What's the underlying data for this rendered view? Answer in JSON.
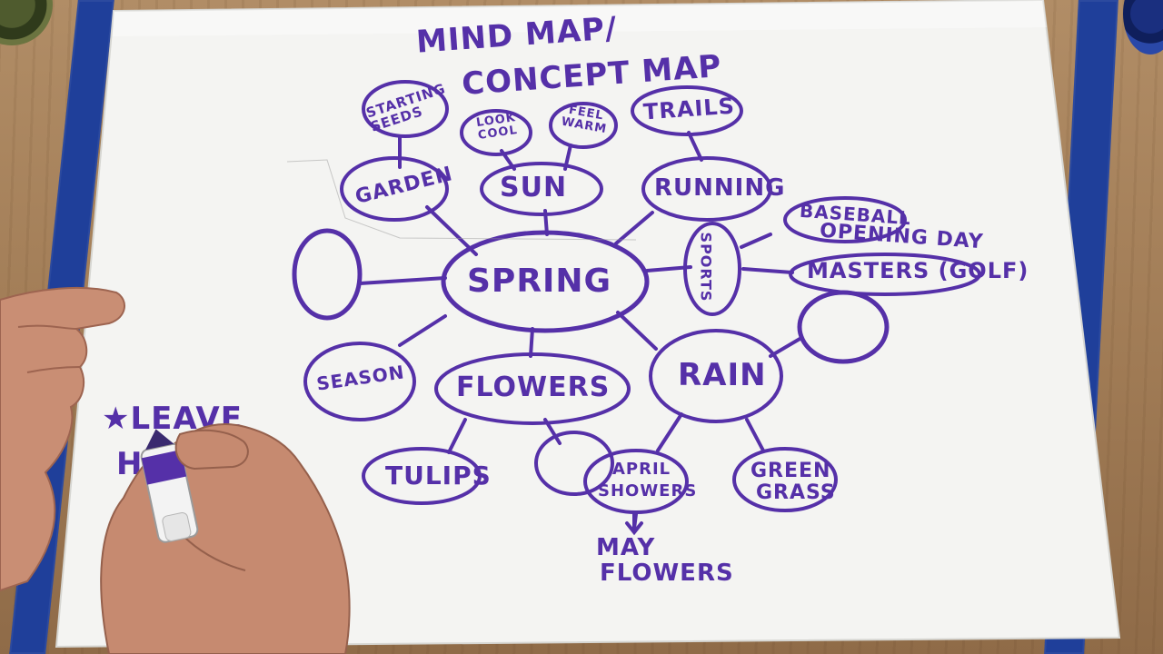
{
  "board": {
    "title_line1": "MIND MAP/",
    "title_line2": "CONCEPT MAP",
    "ink_color": "#5530a8"
  },
  "nodes": {
    "center": "SPRING",
    "garden": "GARDEN",
    "starting_seeds": "STARTING SEEDS",
    "sun": "SUN",
    "look_cool": "LOOK COOL",
    "feel_warm": "FEEL WARM",
    "running": "RUNNING",
    "trails": "TRAILS",
    "sports": "SPORTS",
    "baseball_line1": "BASEBALL",
    "baseball_line2": "OPENING DAY",
    "masters": "MASTERS (GOLF)",
    "rain": "RAIN",
    "april_line1": "APRIL",
    "april_line2": "SHOWERS",
    "may_line1": "MAY",
    "may_line2": "FLOWERS",
    "green_line1": "GREEN",
    "green_line2": "GRASS",
    "flowers": "FLOWERS",
    "tulips": "TULIPS",
    "season": "SEASON"
  },
  "side_note": {
    "line1": "★LEAVE",
    "line2": "H"
  }
}
